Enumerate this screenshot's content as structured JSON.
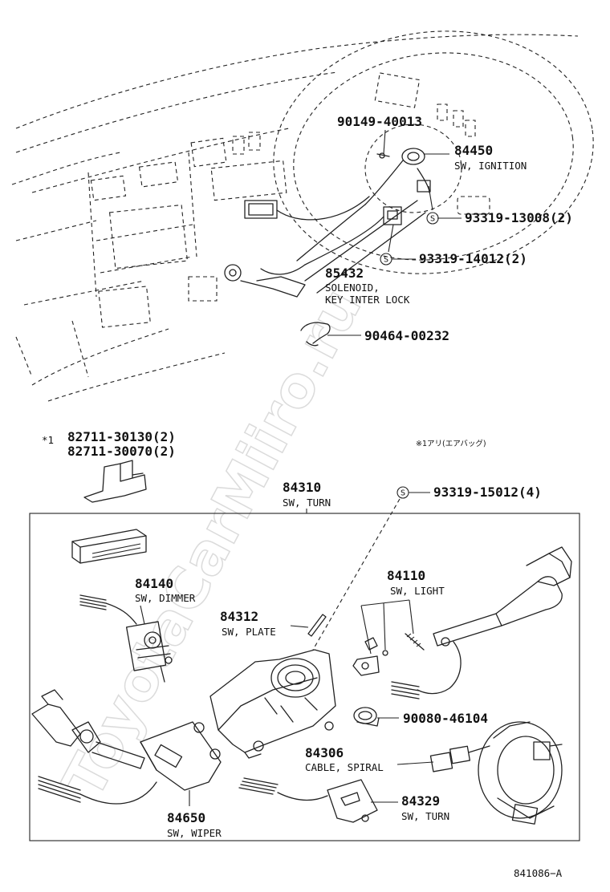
{
  "watermark": "ToyotaCarMiiro.ru",
  "diagram_code": "841086−A",
  "note": "※1アリ(エアバッグ)",
  "star_marker": "*1",
  "s_symbol": "S",
  "parts": {
    "p90149": {
      "number": "90149-40013"
    },
    "p84450": {
      "number": "84450",
      "name": "SW, IGNITION"
    },
    "p93319_13008": {
      "number": "93319-13008(2)"
    },
    "p93319_14012": {
      "number": "93319-14012(2)"
    },
    "p85432": {
      "number": "85432",
      "name1": "SOLENOID,",
      "name2": "KEY INTER LOCK"
    },
    "p90464": {
      "number": "90464-00232"
    },
    "p82711_a": {
      "number": "82711-30130(2)"
    },
    "p82711_b": {
      "number": "82711-30070(2)"
    },
    "p84310": {
      "number": "84310",
      "name": "SW, TURN"
    },
    "p93319_15012": {
      "number": "93319-15012(4)"
    },
    "p84140": {
      "number": "84140",
      "name": "SW, DIMMER"
    },
    "p84110": {
      "number": "84110",
      "name": "SW, LIGHT"
    },
    "p84312": {
      "number": "84312",
      "name": "SW, PLATE"
    },
    "p90080": {
      "number": "90080-46104"
    },
    "p84306": {
      "number": "84306",
      "name": "CABLE, SPIRAL"
    },
    "p84329": {
      "number": "84329",
      "name": "SW, TURN"
    },
    "p84650": {
      "number": "84650",
      "name": "SW, WIPER"
    }
  }
}
